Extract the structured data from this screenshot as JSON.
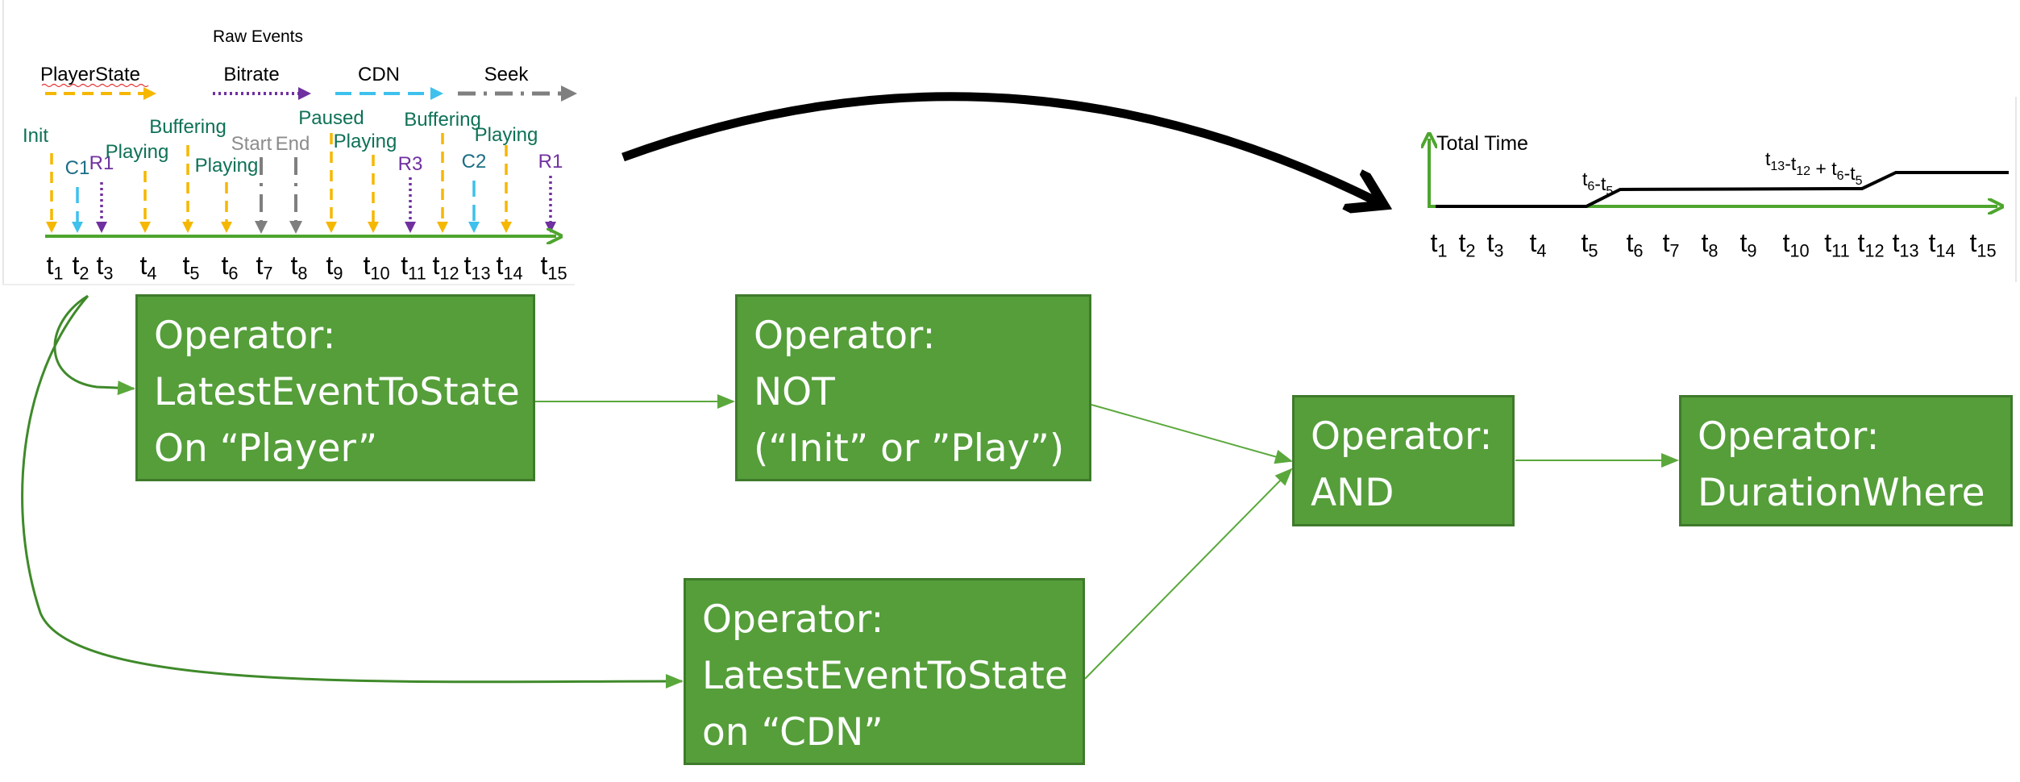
{
  "raw_events": {
    "title": "Raw Events",
    "legend": [
      {
        "key": "player",
        "label": "PlayerState"
      },
      {
        "key": "bitrate",
        "label": "Bitrate"
      },
      {
        "key": "cdn",
        "label": "CDN"
      },
      {
        "key": "seek",
        "label": "Seek"
      }
    ],
    "event_colors": {
      "player": "#f5b700",
      "bitrate": "#7030a0",
      "cdn": "#3ec1ec",
      "seek": "#7f7f7f"
    },
    "label_colors": {
      "player": "#0e7157",
      "bitrate": "#7030a0",
      "cdn": "#1b6e85",
      "seek": "#8c8c8c"
    },
    "axis_color": "#4ea52e",
    "ticks": [
      "1",
      "2",
      "3",
      "4",
      "5",
      "6",
      "7",
      "8",
      "9",
      "10",
      "11",
      "12",
      "13",
      "14",
      "15"
    ],
    "tick_prefix": "t",
    "events": [
      {
        "tick": 1,
        "type": "player",
        "label": "Init"
      },
      {
        "tick": 2,
        "type": "cdn",
        "label": "C1"
      },
      {
        "tick": 3,
        "type": "bitrate",
        "label": "R1"
      },
      {
        "tick": 4,
        "type": "player",
        "label": "Playing"
      },
      {
        "tick": 5,
        "type": "player",
        "label": "Buffering"
      },
      {
        "tick": 6,
        "type": "player",
        "label": "Playing"
      },
      {
        "tick": 7,
        "type": "seek",
        "label": "Start"
      },
      {
        "tick": 8,
        "type": "seek",
        "label": "End"
      },
      {
        "tick": 9,
        "type": "player",
        "label": "Paused"
      },
      {
        "tick": 10,
        "type": "player",
        "label": "Playing"
      },
      {
        "tick": 11,
        "type": "bitrate",
        "label": "R3"
      },
      {
        "tick": 12,
        "type": "player",
        "label": "Buffering"
      },
      {
        "tick": 13,
        "type": "cdn",
        "label": "C2"
      },
      {
        "tick": 14,
        "type": "player",
        "label": "Playing"
      },
      {
        "tick": 15,
        "type": "bitrate",
        "label": "R1"
      }
    ]
  },
  "total_time_chart": {
    "y_label": "Total Time",
    "ticks": [
      "1",
      "2",
      "3",
      "4",
      "5",
      "6",
      "7",
      "8",
      "9",
      "10",
      "11",
      "12",
      "13",
      "14",
      "15"
    ],
    "tick_prefix": "t",
    "annotation_1": [
      {
        "t": "t"
      },
      {
        "s": "6"
      },
      {
        "t": "-t"
      },
      {
        "s": "5"
      }
    ],
    "annotation_2": [
      {
        "t": "t"
      },
      {
        "s": "13"
      },
      {
        "t": "-t"
      },
      {
        "s": "12"
      },
      {
        "t": " + t"
      },
      {
        "s": "6"
      },
      {
        "t": "-t"
      },
      {
        "s": "5"
      }
    ],
    "series": [
      {
        "tick": 1,
        "value": 0
      },
      {
        "tick": 5,
        "value": 0
      },
      {
        "tick": 6,
        "value": 1
      },
      {
        "tick": 12,
        "value": 1.05
      },
      {
        "tick": 13,
        "value": 2
      },
      {
        "tick": 15,
        "value": 2
      }
    ]
  },
  "operators": {
    "latest_player": [
      "Operator:",
      "LatestEventToState",
      "On “Player”"
    ],
    "not": [
      "Operator:",
      "NOT",
      "(“Init” or ”Play”)"
    ],
    "latest_cdn": [
      "Operator:",
      "LatestEventToState",
      "on “CDN”"
    ],
    "and": [
      "Operator:",
      "AND"
    ],
    "duration_where": [
      "Operator:",
      "DurationWhere"
    ]
  },
  "colors": {
    "operator_fill": "#559e3a",
    "operator_border": "#3f7a2c",
    "connector": "#5aa83c",
    "big_arrow": "#000000"
  }
}
